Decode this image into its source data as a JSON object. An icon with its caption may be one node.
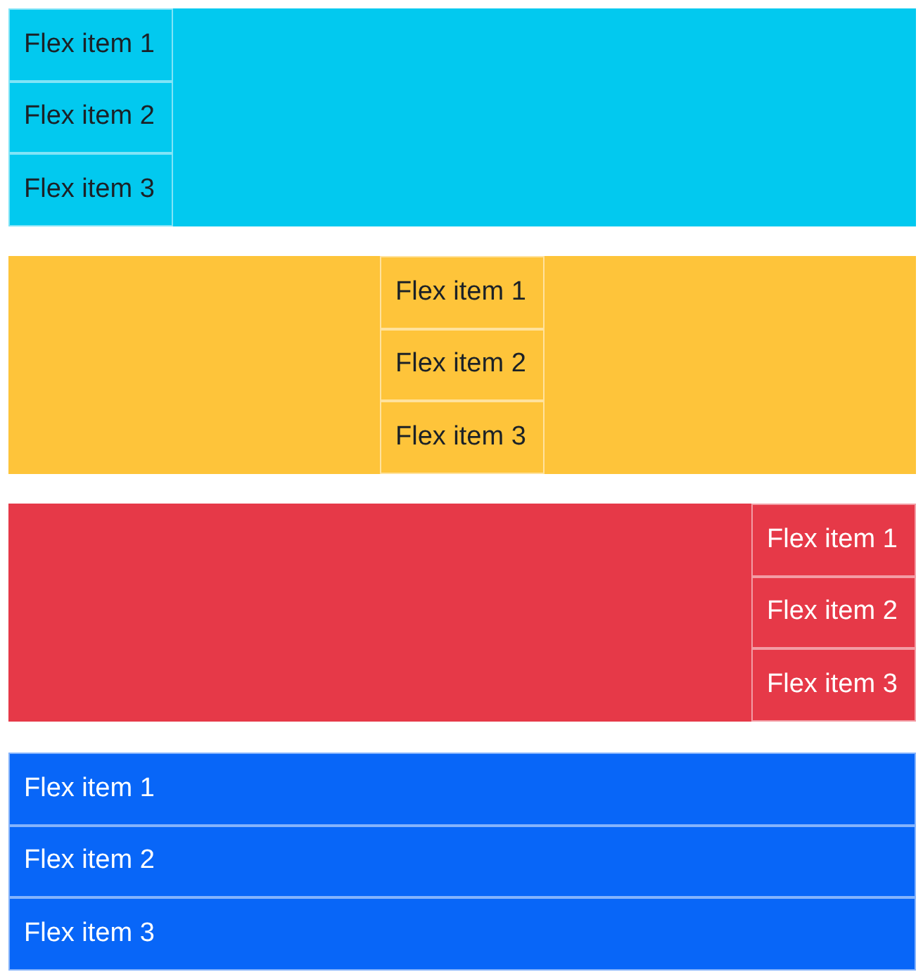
{
  "diagram": {
    "nodes": [
      {
        "text": [],
        "shape": "box"
      },
      {
        "text": [
          "Flex item 1"
        ],
        "in": 0
      },
      {
        "text": [
          "Flex item 2"
        ],
        "in": 0
      },
      {
        "text": [
          "Flex item 3"
        ],
        "in": 0
      },
      {
        "text": [],
        "shape": "box"
      },
      {
        "text": [
          "Flex item 1"
        ],
        "in": 4
      },
      {
        "text": [
          "Flex item 2"
        ],
        "in": 4
      },
      {
        "text": [
          "Flex item 3"
        ],
        "in": 4
      },
      {
        "text": [],
        "shape": "box"
      },
      {
        "text": [
          "Flex item 1"
        ],
        "in": 8
      },
      {
        "text": [
          "Flex item 2"
        ],
        "in": 8
      },
      {
        "text": [
          "Flex item 3"
        ],
        "in": 8
      },
      {
        "text": [],
        "shape": "box"
      },
      {
        "text": [
          "Flex item 1"
        ],
        "in": 12
      },
      {
        "text": [
          "Flex item 2"
        ],
        "in": 12
      },
      {
        "text": [
          "Flex item 3"
        ],
        "in": 12
      }
    ]
  }
}
